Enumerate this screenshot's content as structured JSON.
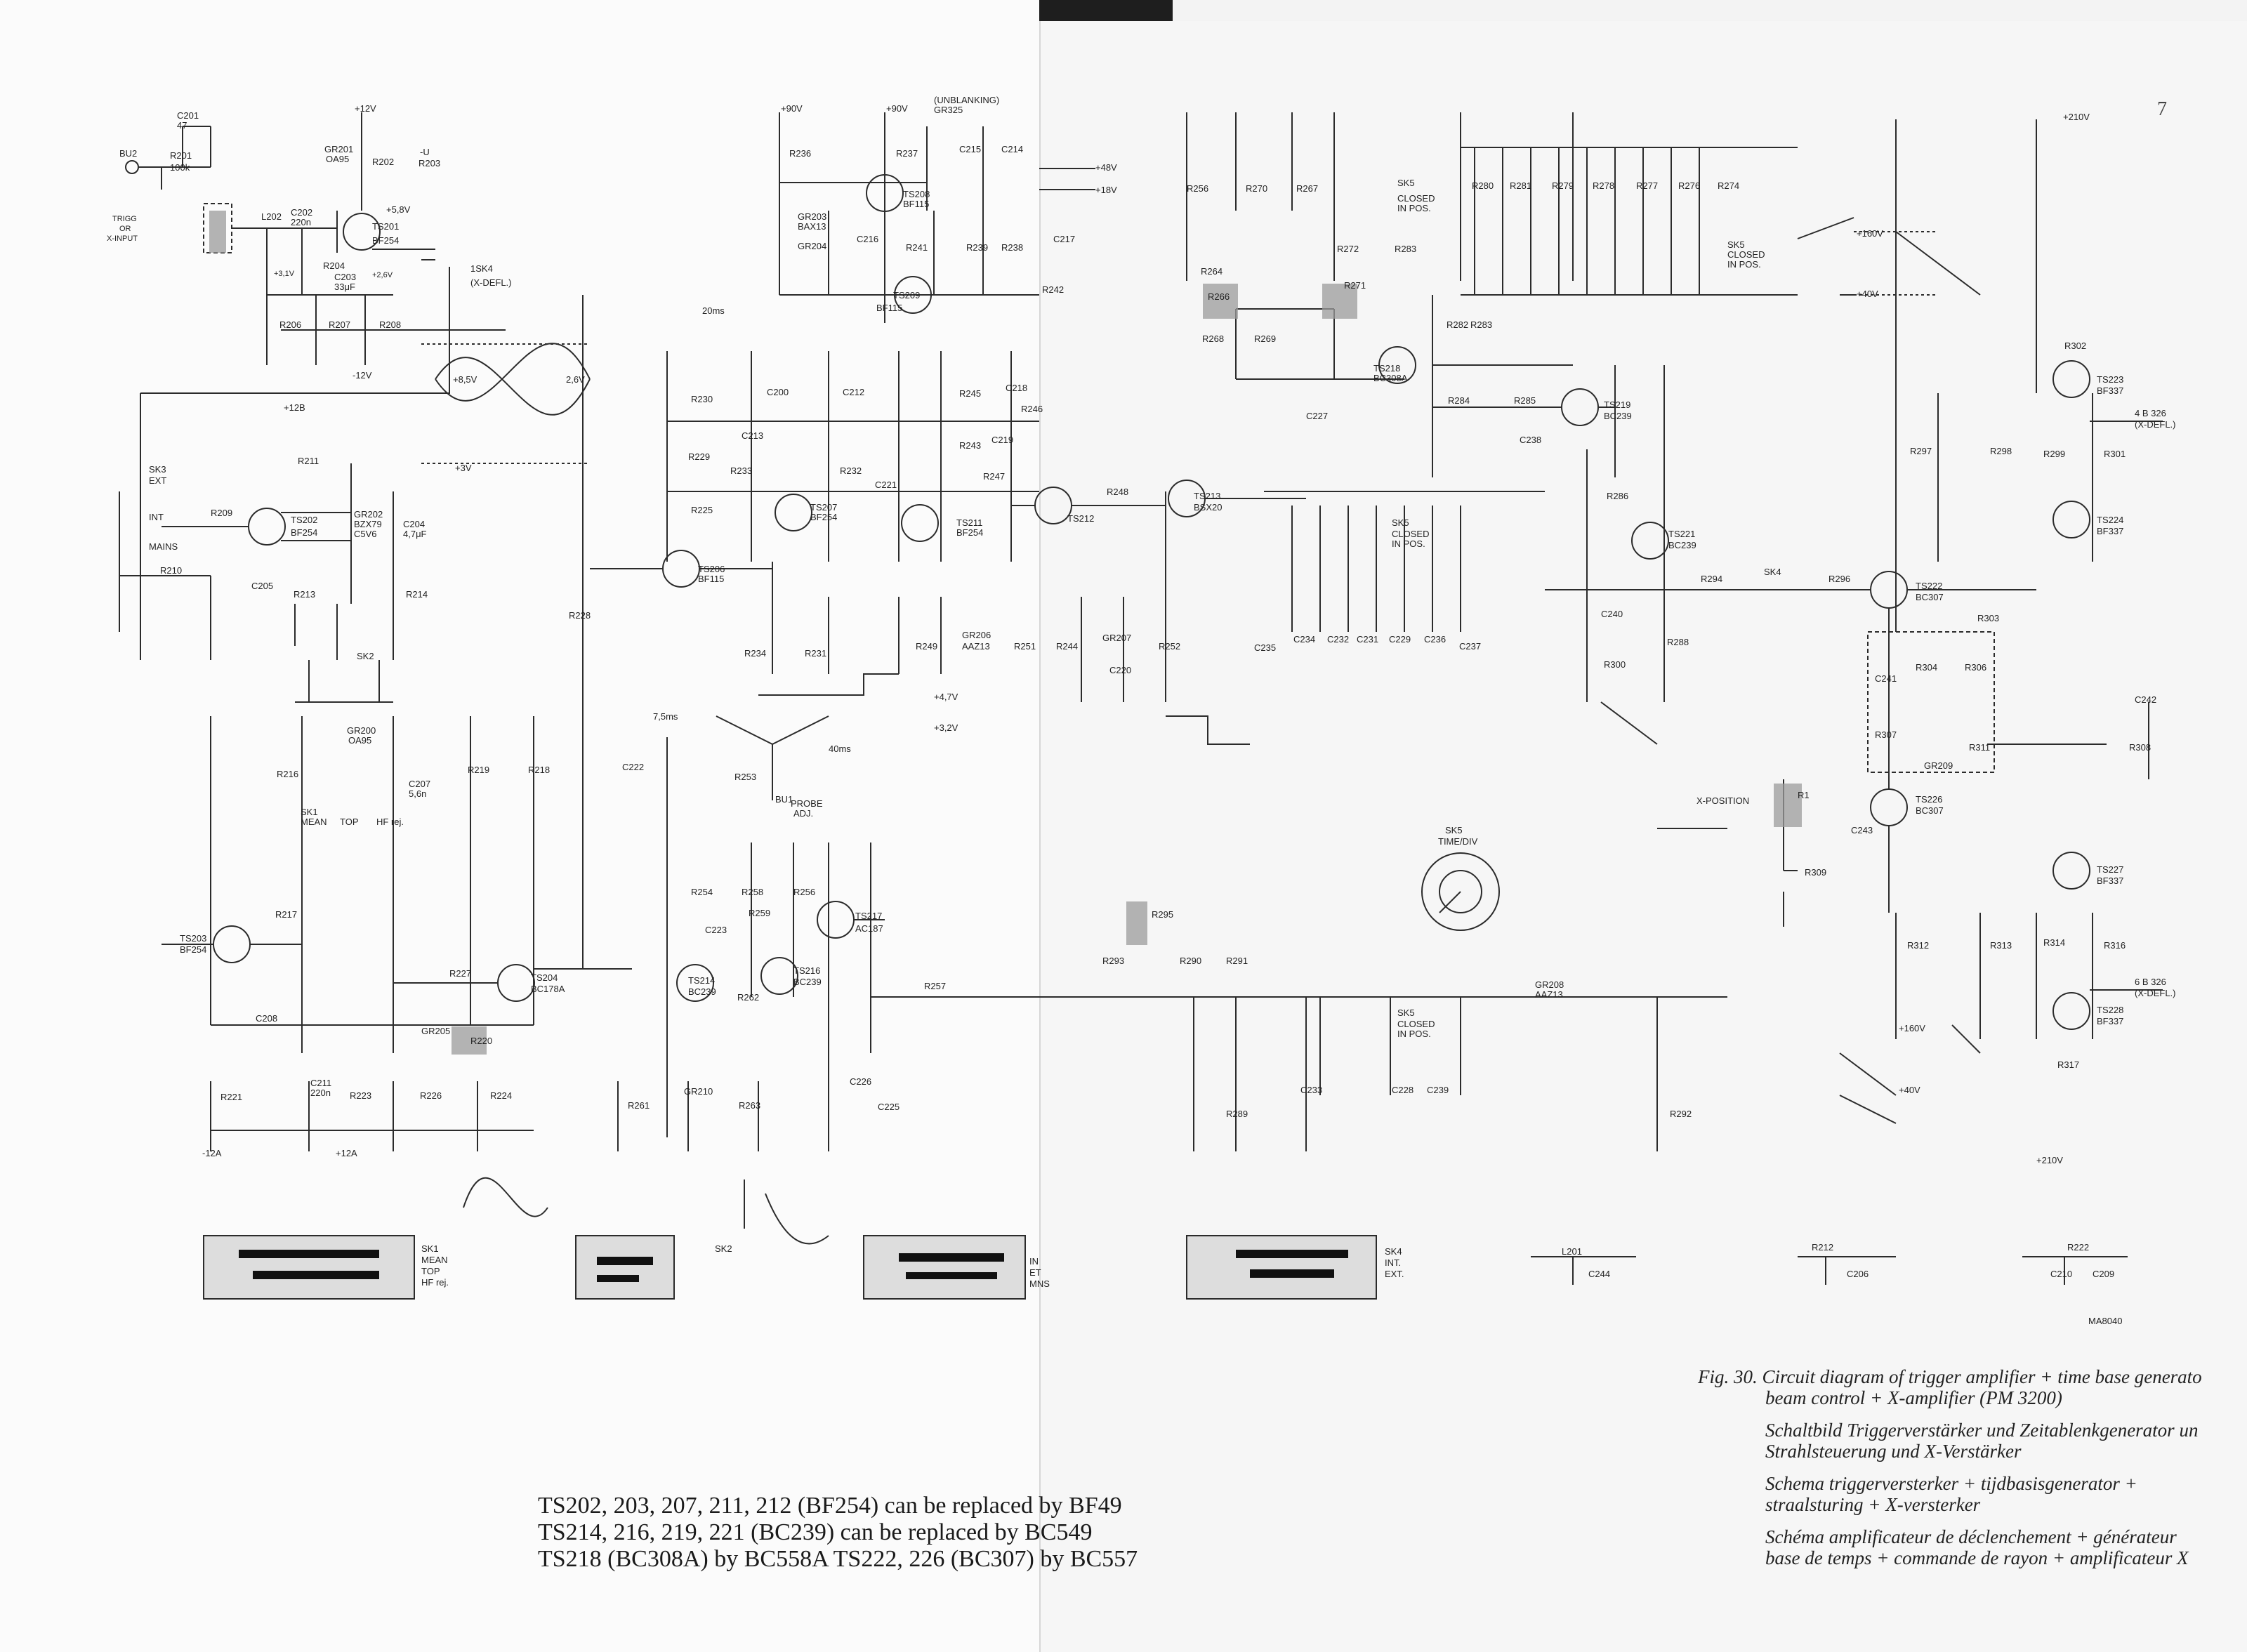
{
  "page": {
    "number": "7",
    "drawing_code": "MA8040"
  },
  "notes": [
    "TS202, 203, 207, 211, 212 (BF254) can be replaced by BF49",
    "TS214, 216, 219, 221 (BC239) can be replaced by BC549",
    "TS218 (BC308A) by BC558A TS222, 226 (BC307) by BC557"
  ],
  "caption": {
    "fig": "Fig. 30.",
    "en_1": "Circuit diagram of trigger amplifier + time base generato",
    "en_2": "beam control + X-amplifier (PM 3200)",
    "de_1": "Schaltbild Triggerverstärker und Zeitablenkgenerator un",
    "de_2": "Strahlsteuerung und X-Verstärker",
    "nl_1": "Schema triggerversterker + tijdbasisgenerator +",
    "nl_2": "straalsturing + X-versterker",
    "fr_1": "Schéma amplificateur de déclenchement + générateur",
    "fr_2": "base de temps + commande de rayon + amplificateur X"
  },
  "labels": {
    "bu2": "BU2",
    "c201": "C201",
    "c201_v": "47",
    "r201": "R201",
    "r201_v": "100k",
    "trigg": "TRIGG",
    "or": "OR",
    "xinput": "X-INPUT",
    "l202": "L202",
    "c202": "C202",
    "c202_v": "220n",
    "ts201": "TS201",
    "bf254": "BF254",
    "gr201": "GR201",
    "oa95": "OA95",
    "r202": "R202",
    "r203": "R203",
    "u": "-U",
    "v12": "+12V",
    "v58": "+5,8V",
    "v31": "+3,1V",
    "v26": "+2,6V",
    "r204": "R204",
    "c203": "C203",
    "c203_v": "33μF",
    "r206": "R206",
    "r207": "R207",
    "r208": "R208",
    "m12v": "-12V",
    "sk4_1": "1SK4",
    "xdefl": "(X-DEFL.)",
    "ts202": "TS202",
    "gr202": "GR202",
    "bzx79": "BZX79",
    "c5v6": "C5V6",
    "c204": "C204",
    "c204_v": "4,7μF",
    "r209": "R209",
    "r210": "R210",
    "c205": "C205",
    "r213": "R213",
    "r214": "R214",
    "r211": "R211",
    "v12b": "+12B",
    "sk3": "SK3",
    "ext": "EXT",
    "int": "INT",
    "mains": "MAINS",
    "sk2": "SK2",
    "r228": "R228",
    "r216": "R216",
    "r219": "R219",
    "r218": "R218",
    "gr200": "GR200",
    "c207": "C207",
    "c207_v": "5,6n",
    "sk1": "SK1",
    "mean": "MEAN",
    "top": "TOP",
    "hfrej": "HF rej.",
    "ts203": "TS203",
    "r217": "R217",
    "c208": "C208",
    "r221": "R221",
    "c211": "C211",
    "c211_v": "220n",
    "r223": "R223",
    "r227": "R227",
    "ts204": "TS204",
    "bc178a": "BC178A",
    "gr205": "GR205",
    "r220": "R220",
    "r226": "R226",
    "r224": "R224",
    "m12a": "-12A",
    "p12a": "+12A",
    "v85": "+8,5V",
    "v3": "+3V",
    "v26b": "2,6V",
    "v90": "+90V",
    "r236": "R236",
    "r237": "R237",
    "unblank": "(UNBLANKING)",
    "gr325": "GR325",
    "c215": "C215",
    "c214": "C214",
    "ts208": "TS208",
    "bf115": "BF115",
    "gr203": "GR203",
    "bax13": "BAX13",
    "gr204": "GR204",
    "c216": "C216",
    "r241": "R241",
    "r239": "R239",
    "r238": "R238",
    "ts209": "TS209",
    "v48": "+48V",
    "v18": "+18V",
    "c217": "C217",
    "r242": "R242",
    "ms20": "20ms",
    "r230": "R230",
    "c200": "C200",
    "c212": "C212",
    "r229": "R229",
    "r233": "R233",
    "r232": "R232",
    "r225": "R225",
    "ts207": "TS207",
    "ts206": "TS206",
    "c221": "C221",
    "ts211": "TS211",
    "r245": "R245",
    "c218": "C218",
    "r246": "R246",
    "r243": "R243",
    "c219": "C219",
    "r247": "R247",
    "r248": "R248",
    "ts212": "TS212",
    "ts213": "TS213",
    "bsx20": "BSX20",
    "r234": "R234",
    "r231": "R231",
    "r249": "R249",
    "gr206": "GR206",
    "aaz13": "AAZ13",
    "r251": "R251",
    "r244": "R244",
    "gr207": "GR207",
    "c220": "C220",
    "r252": "R252",
    "c222": "C222",
    "r253": "R253",
    "bu1": "BU1",
    "probe": "PROBE",
    "adj": "ADJ.",
    "ts214": "TS214",
    "bc239": "BC239",
    "c223": "C223",
    "r254": "R254",
    "r258": "R258",
    "r259": "R259",
    "r256": "R256",
    "ts216": "TS216",
    "ts217": "TS217",
    "ac187": "AC187",
    "r262": "R262",
    "r257": "R257",
    "r261": "R261",
    "gr210": "GR210",
    "r263": "R263",
    "c226": "C226",
    "c225": "C225",
    "v47": "+4,7V",
    "v32": "+3,2V",
    "ms40": "40ms",
    "ms75": "7,5ms",
    "r256b": "R256",
    "r270": "R270",
    "r267": "R267",
    "sk5": "SK5",
    "closed": "CLOSED",
    "inpos": "IN POS.",
    "r280": "R280",
    "r281": "R281",
    "r279": "R279",
    "r278": "R278",
    "r277": "R277",
    "r276": "R276",
    "r274": "R274",
    "r264": "R264",
    "r266": "R266",
    "r268": "R268",
    "r269": "R269",
    "r272": "R272",
    "r271": "R271",
    "r283": "R283",
    "r282": "R282",
    "ts218": "TS218",
    "bc308a": "BC308A",
    "c227": "C227",
    "r284": "R284",
    "r285": "R285",
    "ts219": "TS219",
    "c238": "C238",
    "r286": "R286",
    "ts221": "TS221",
    "c240": "C240",
    "r288": "R288",
    "r300": "R300",
    "r294": "R294",
    "sk4": "SK4",
    "r296": "R296",
    "c235": "C235",
    "c234": "C234",
    "c232": "C232",
    "c231": "C231",
    "c229": "C229",
    "c236": "C236",
    "c237": "C237",
    "timediv": "TIME/DIV",
    "sk5b": "SK5",
    "xpos": "X-POSITION",
    "r1": "R1",
    "c243": "C243",
    "r309": "R309",
    "r293": "R293",
    "r290": "R290",
    "r291": "R291",
    "r295": "R295",
    "gr208": "GR208",
    "r289": "R289",
    "r292": "R292",
    "c233": "C233",
    "c228": "C228",
    "c239": "C239",
    "l201": "L201",
    "c244": "C244",
    "v210": "+210V",
    "v160": "+160V",
    "v40": "+40V",
    "r302": "R302",
    "ts223": "TS223",
    "bf337": "BF337",
    "r297": "R297",
    "r298": "R298",
    "r299": "R299",
    "r301": "R301",
    "ts224": "TS224",
    "ts222": "TS222",
    "bc307": "BC307",
    "r303": "R303",
    "r304": "R304",
    "r306": "R306",
    "c241": "C241",
    "r307": "R307",
    "r311": "R311",
    "gr209": "GR209",
    "ts226": "TS226",
    "c242": "C242",
    "r308": "R308",
    "ts227": "TS227",
    "r312": "R312",
    "r313": "R313",
    "r314": "R314",
    "r316": "R316",
    "ts228": "TS228",
    "r317": "R317",
    "defl_a": "4 B 326",
    "defl_b": "6 B 326",
    "xdefl2": "(X-DEFL.)",
    "r212": "R212",
    "c206": "C206",
    "r222": "R222",
    "c210": "C210",
    "c209": "C209",
    "sk4int": "INT.",
    "sk4ext": "EXT.",
    "in": "IN",
    "et": "ET",
    "mns": "MNS"
  }
}
